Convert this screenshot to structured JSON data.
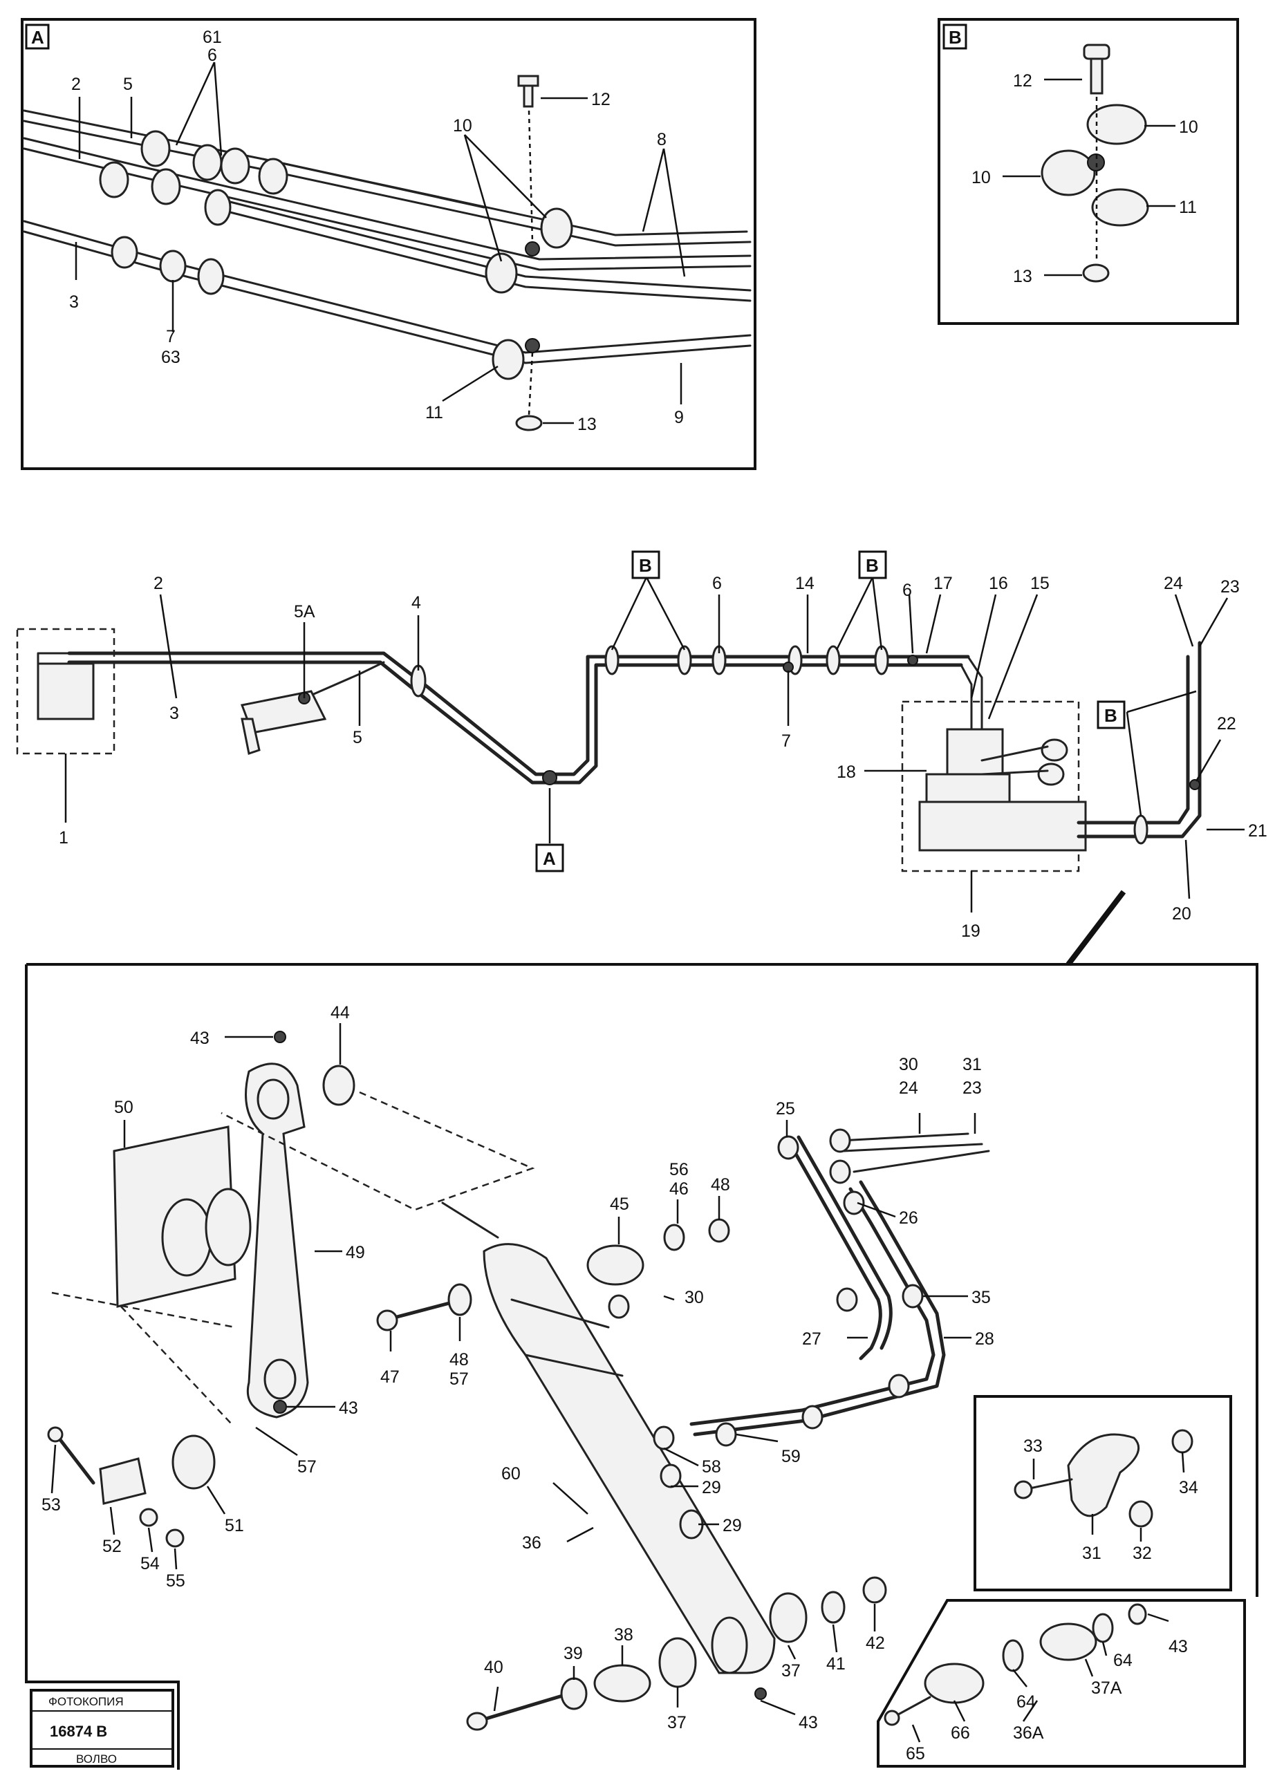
{
  "panel_a": {
    "tag": "A",
    "labels": [
      "2",
      "5",
      "61",
      "6",
      "10",
      "12",
      "8",
      "3",
      "7",
      "63",
      "11",
      "13",
      "9"
    ]
  },
  "panel_b": {
    "tag": "B",
    "labels": [
      "12",
      "10",
      "10",
      "11",
      "13"
    ]
  },
  "main": {
    "labels": [
      "2",
      "3",
      "5A",
      "4",
      "5",
      "1",
      "B",
      "6",
      "14",
      "B",
      "6",
      "17",
      "16",
      "15",
      "7",
      "18",
      "B",
      "19",
      "24",
      "23",
      "22",
      "21",
      "20",
      "A"
    ]
  },
  "detail": {
    "labels": [
      "43",
      "44",
      "50",
      "49",
      "45",
      "56",
      "46",
      "48",
      "25",
      "30",
      "24",
      "31",
      "23",
      "26",
      "35",
      "47",
      "48",
      "57",
      "43",
      "30",
      "27",
      "28",
      "57",
      "53",
      "51",
      "52",
      "54",
      "55",
      "60",
      "36",
      "58",
      "29",
      "29",
      "59",
      "37",
      "41",
      "42",
      "40",
      "39",
      "38",
      "37",
      "43"
    ]
  },
  "inset_31": {
    "labels": [
      "33",
      "34",
      "31",
      "32"
    ]
  },
  "inset_37a": {
    "labels": [
      "64",
      "43",
      "64",
      "37A",
      "66",
      "65",
      "36A"
    ]
  },
  "reference_box": {
    "caption_top": "ФОТОКОПИЯ",
    "number": "16874 B",
    "caption_bottom": "ВОЛВО"
  }
}
